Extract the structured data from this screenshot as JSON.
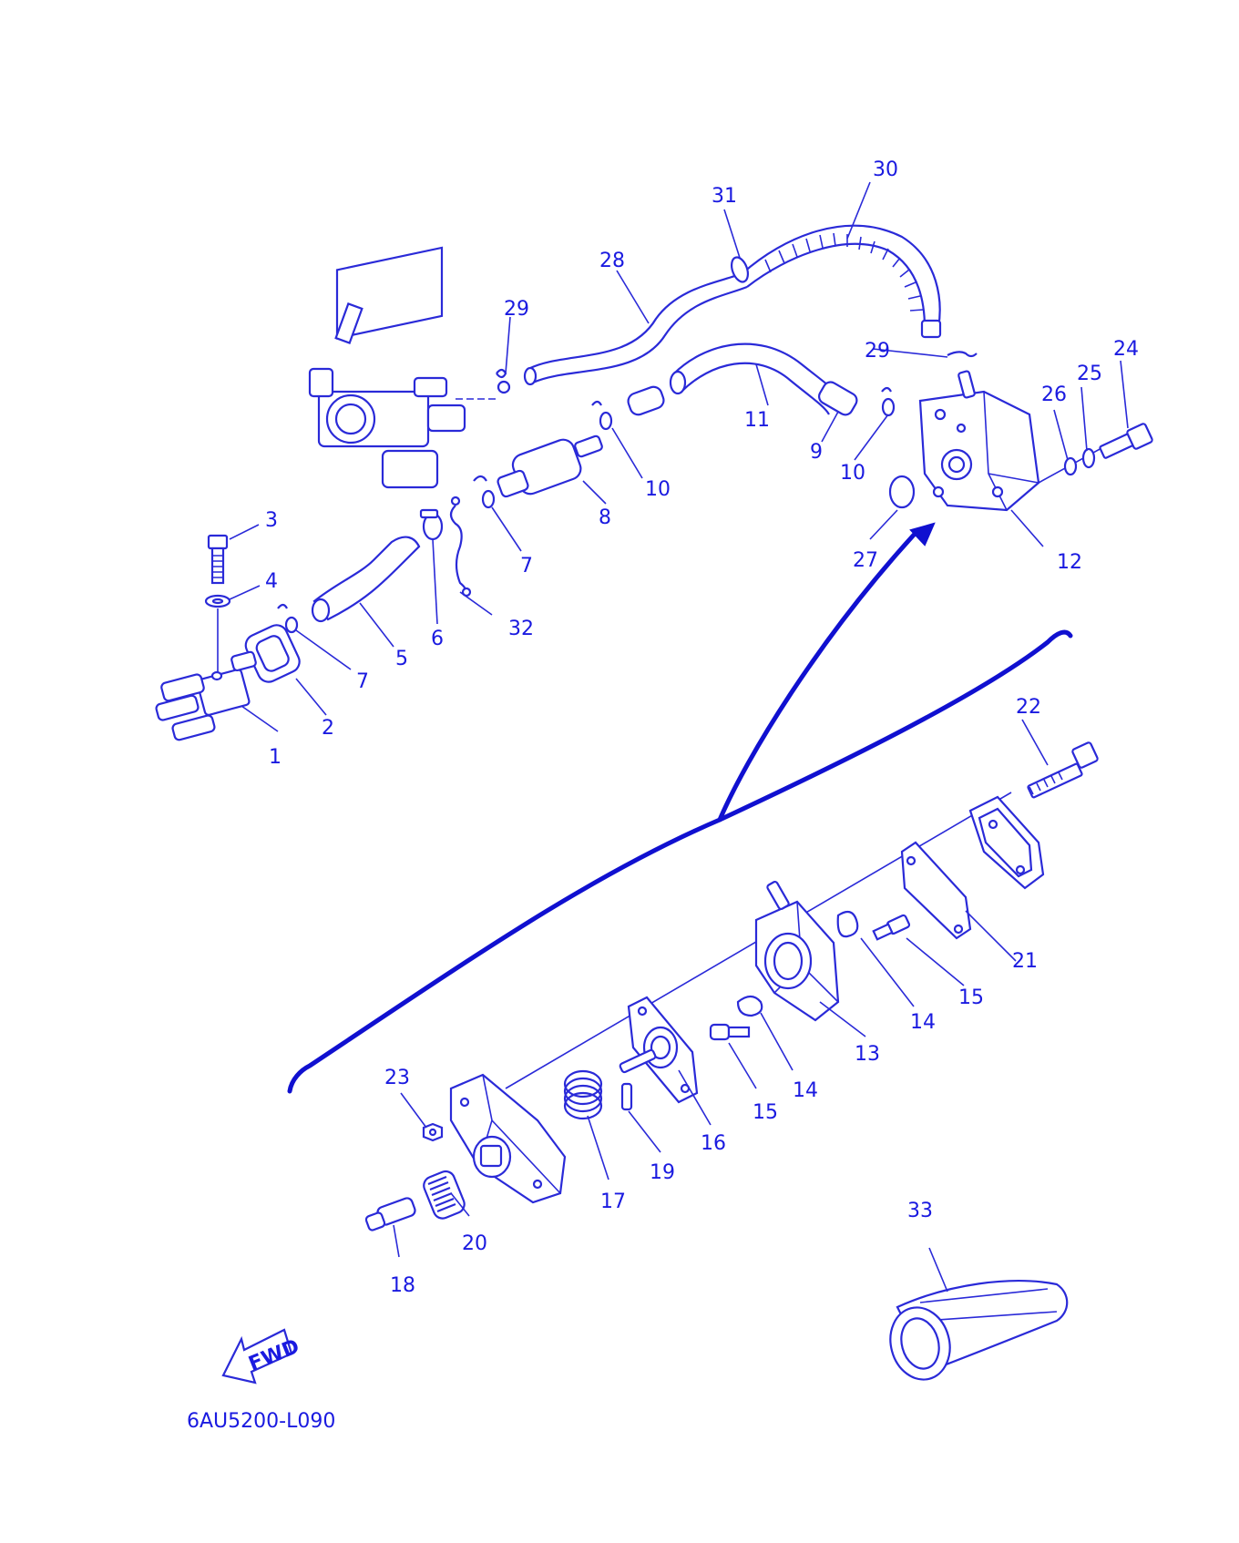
{
  "diagram": {
    "code": "6AU5200-L090",
    "fwd_label": "FWD",
    "callouts": {
      "c1": "1",
      "c2": "2",
      "c3": "3",
      "c4": "4",
      "c5": "5",
      "c6": "6",
      "c7a": "7",
      "c7b": "7",
      "c8": "8",
      "c9": "9",
      "c10a": "10",
      "c10b": "10",
      "c11": "11",
      "c12": "12",
      "c13": "13",
      "c14a": "14",
      "c14b": "14",
      "c15a": "15",
      "c15b": "15",
      "c16": "16",
      "c17": "17",
      "c18": "18",
      "c19": "19",
      "c20": "20",
      "c21": "21",
      "c22": "22",
      "c23": "23",
      "c24": "24",
      "c25": "25",
      "c26": "26",
      "c27": "27",
      "c28": "28",
      "c29a": "29",
      "c29b": "29",
      "c30": "30",
      "c31": "31",
      "c32": "32",
      "c33": "33"
    },
    "line_color": "#2a2ad8"
  }
}
